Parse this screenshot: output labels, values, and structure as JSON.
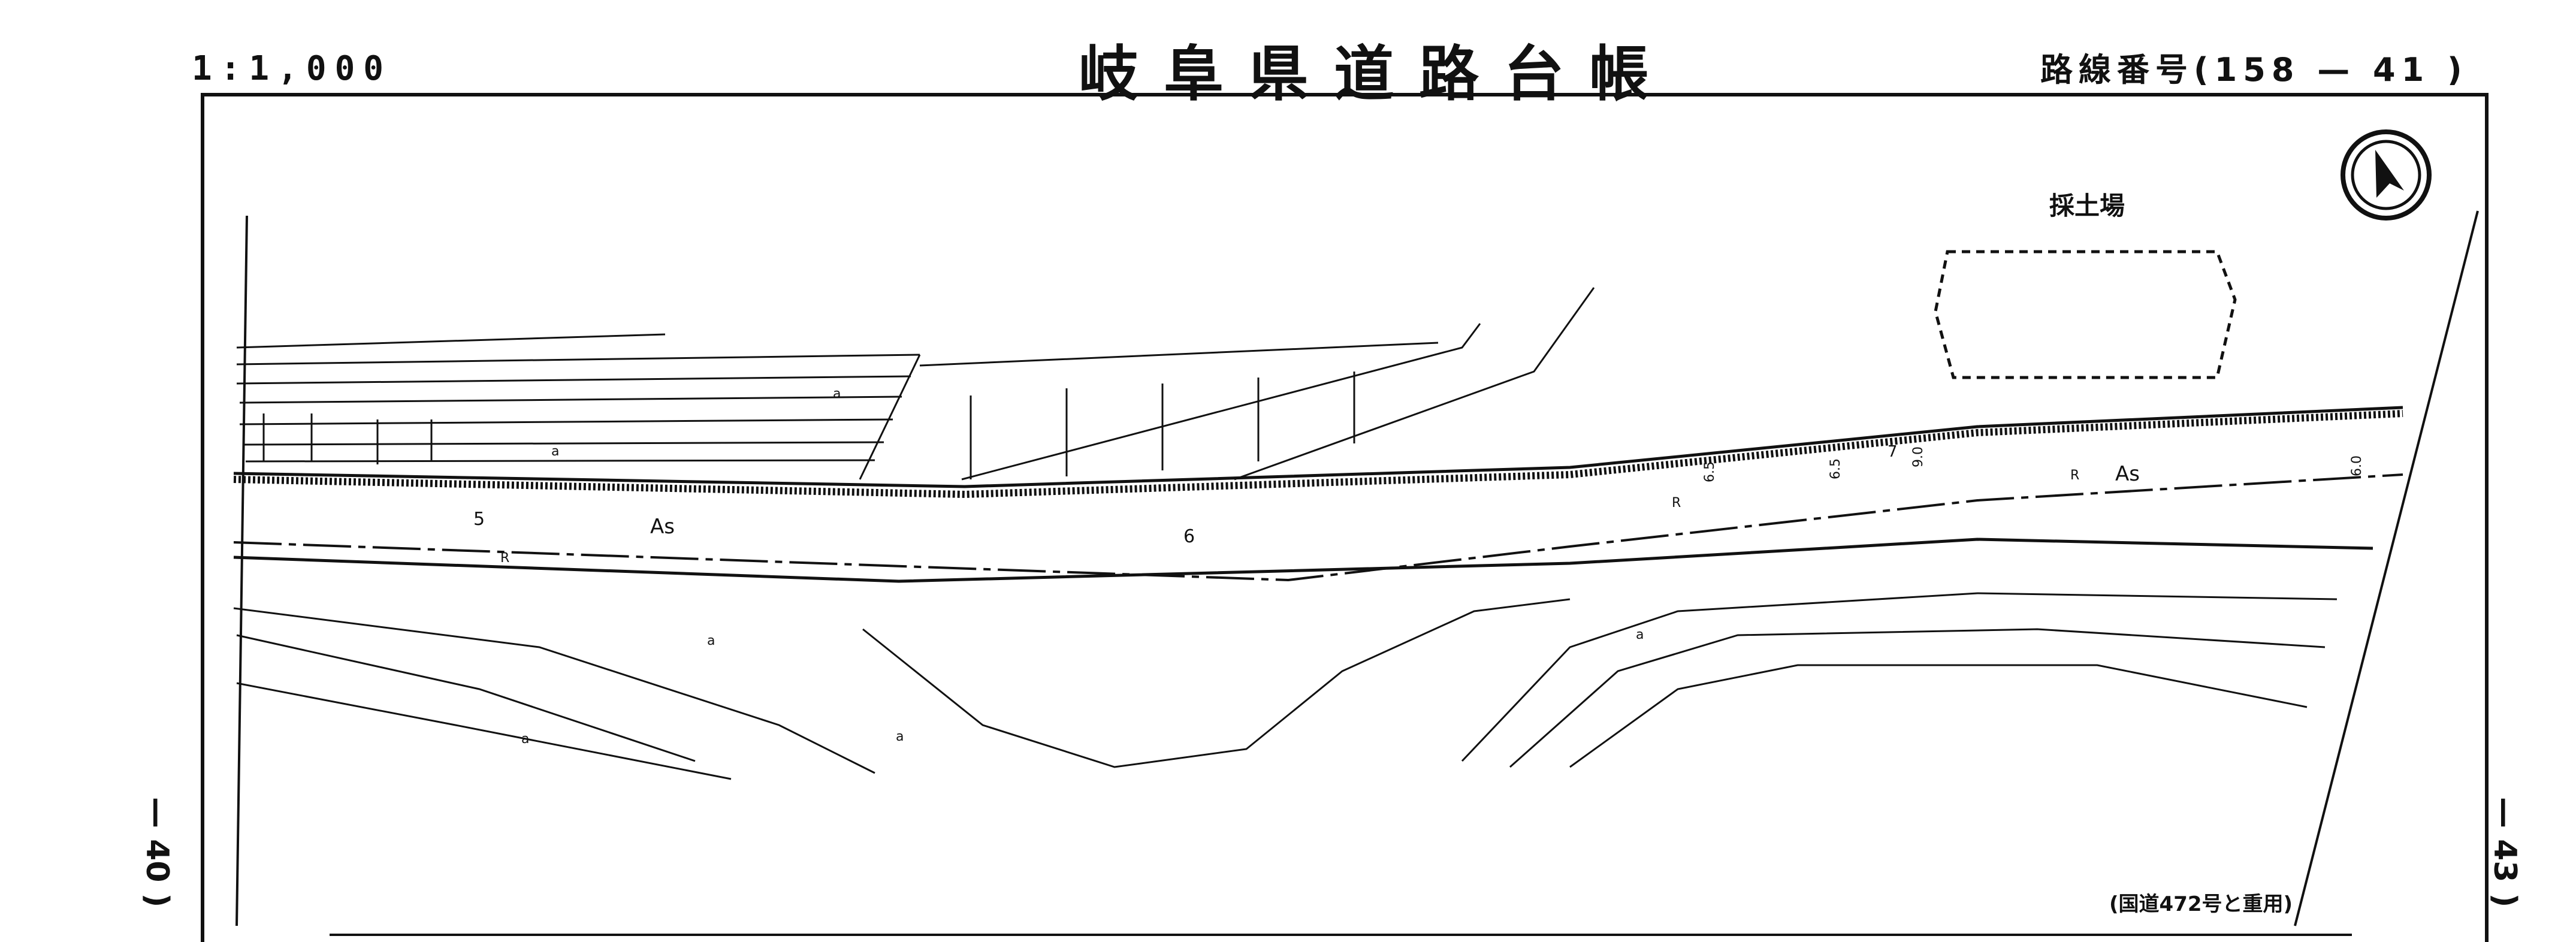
{
  "header": {
    "scale": "1:1,000",
    "title": "岐阜県道路台帳",
    "route_number": "路線番号(158 — 41 )"
  },
  "side_refs": {
    "left": "— 40 )",
    "right": "— 43 )"
  },
  "map": {
    "area_label": "採土場",
    "surface_labels": [
      "As",
      "As"
    ],
    "station_labels": [
      "5",
      "6",
      "6.5",
      "7",
      "9.0",
      "6.0",
      "6.5"
    ],
    "marker_labels": [
      "R",
      "R",
      "R"
    ],
    "land_labels": [
      "a",
      "a",
      "a",
      "a",
      "a",
      "a"
    ],
    "note": "(国道472号と重用)"
  },
  "colors": {
    "ink": "#111111",
    "paper": "#ffffff"
  },
  "icons": {
    "north_arrow": "north-arrow-icon"
  }
}
